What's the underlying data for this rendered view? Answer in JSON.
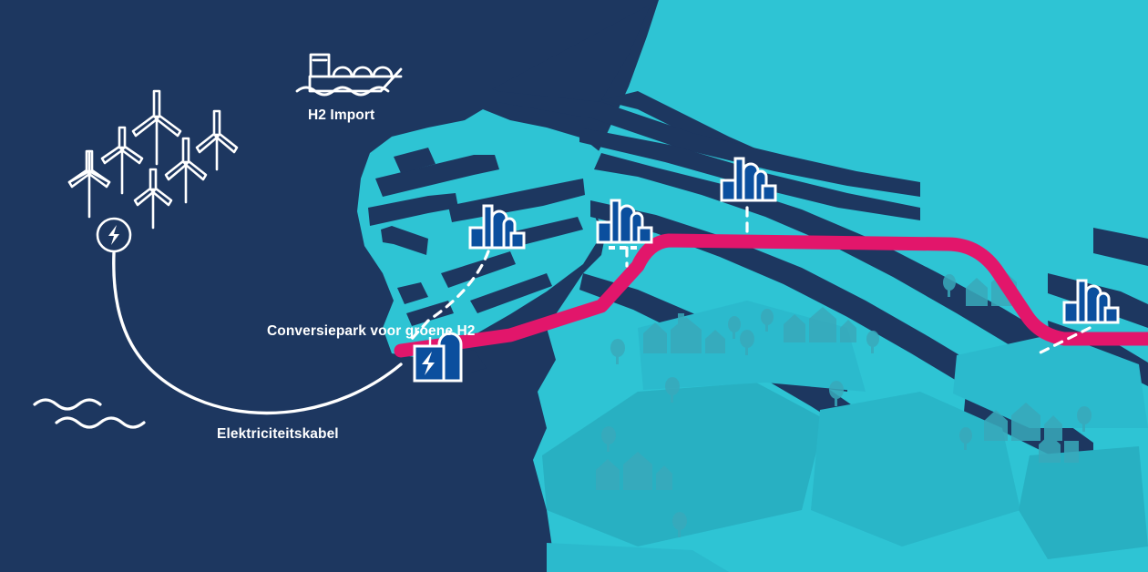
{
  "diagram": {
    "title_alt": "Waterstof infrastructuur haven",
    "background_color": "#1d3760",
    "land_color": "#2ec4d4",
    "land_shade_color": "#29b4c6",
    "water_color": "#1d3760",
    "pipeline_color": "#e2166b",
    "icon_fill_color": "#0b4f9e",
    "icon_outline_color": "#ffffff",
    "cable_color": "#ffffff",
    "village_color": "#3fb3c4"
  },
  "labels": {
    "h2_import": "H2 Import",
    "conversiepark": "Conversiepark voor groene H2",
    "elektriciteitskabel": "Elektriciteitskabel"
  },
  "icons": {
    "ship": "lng-carrier-ship-icon",
    "wind_turbines": "wind-turbine-icon",
    "power_node": "electricity-node-icon",
    "waves": "sea-waves-icon",
    "conversion_park": "hydrogen-conversion-plant-icon",
    "factories": "factory-icon"
  },
  "features": {
    "wind_turbine_count": 6,
    "factory_count": 4,
    "pipeline_name": "waterstofleiding",
    "cable_name": "elektriciteitskabel",
    "dashed_connector_name": "aftakking"
  }
}
